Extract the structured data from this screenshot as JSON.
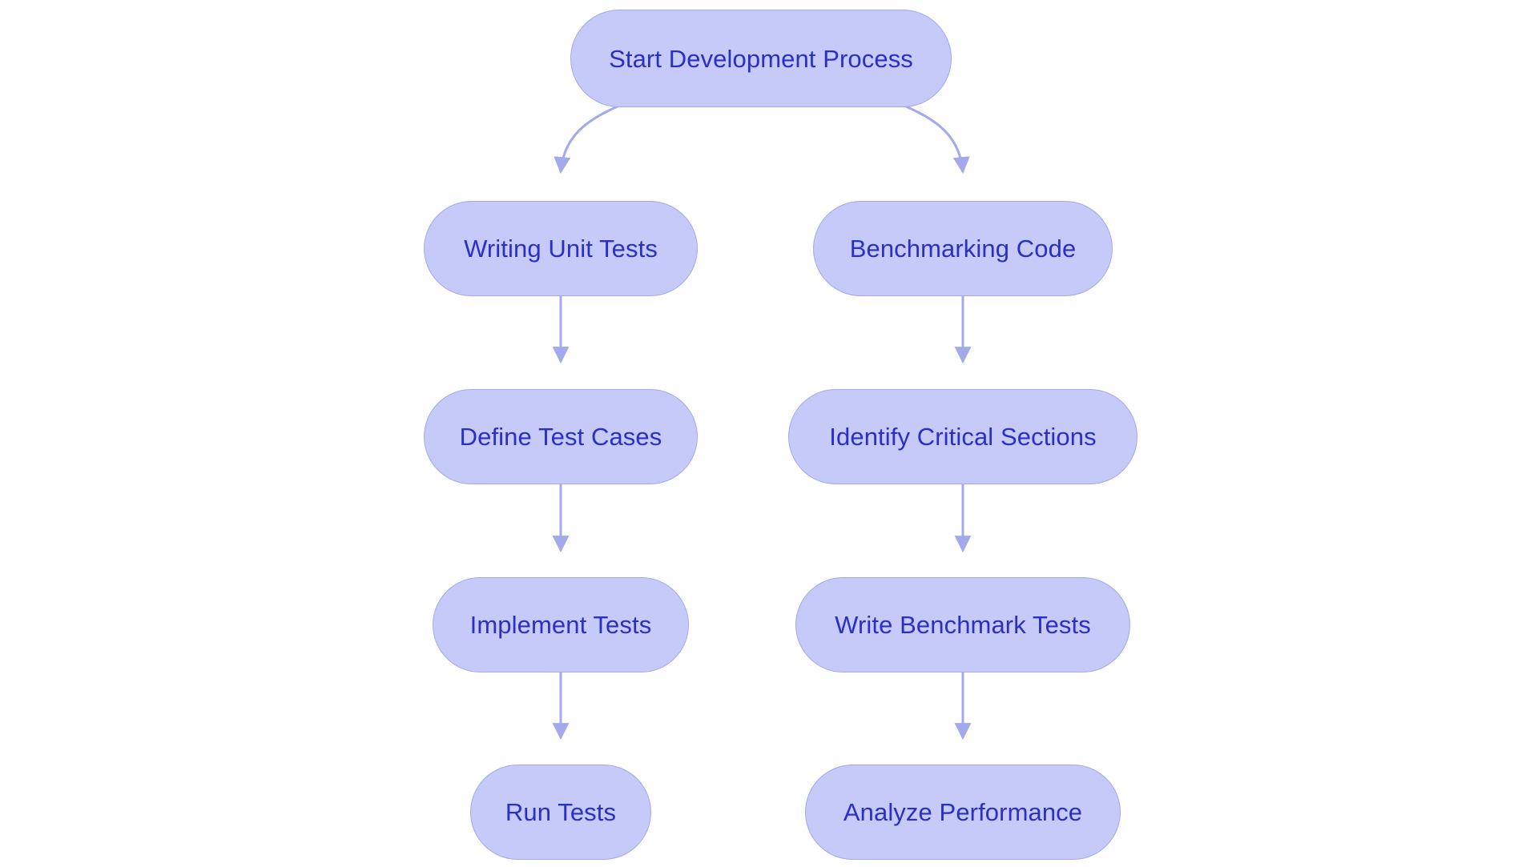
{
  "diagram": {
    "type": "flowchart",
    "title": "Development Process Flowchart",
    "orientation": "top-down",
    "background_color": "#ffffff",
    "node_fill_color": "#c5caf9",
    "node_border_color": "#a3aae9",
    "node_text_color": "#2b2fc4",
    "edge_color": "#a3aae9",
    "node_shape": "stadium"
  },
  "nodes": {
    "start": {
      "label": "Start Development Process"
    },
    "left": [
      {
        "label": "Writing Unit Tests"
      },
      {
        "label": "Define Test Cases"
      },
      {
        "label": "Implement Tests"
      },
      {
        "label": "Run Tests"
      }
    ],
    "right": [
      {
        "label": "Benchmarking Code"
      },
      {
        "label": "Identify Critical Sections"
      },
      {
        "label": "Write Benchmark Tests"
      },
      {
        "label": "Analyze Performance"
      }
    ]
  },
  "edges": [
    {
      "from": "Start Development Process",
      "to": "Writing Unit Tests",
      "style": "curved-arrow"
    },
    {
      "from": "Start Development Process",
      "to": "Benchmarking Code",
      "style": "curved-arrow"
    },
    {
      "from": "Writing Unit Tests",
      "to": "Define Test Cases",
      "style": "straight-arrow"
    },
    {
      "from": "Define Test Cases",
      "to": "Implement Tests",
      "style": "straight-arrow"
    },
    {
      "from": "Implement Tests",
      "to": "Run Tests",
      "style": "straight-arrow"
    },
    {
      "from": "Benchmarking Code",
      "to": "Identify Critical Sections",
      "style": "straight-arrow"
    },
    {
      "from": "Identify Critical Sections",
      "to": "Write Benchmark Tests",
      "style": "straight-arrow"
    },
    {
      "from": "Write Benchmark Tests",
      "to": "Analyze Performance",
      "style": "straight-arrow"
    }
  ]
}
